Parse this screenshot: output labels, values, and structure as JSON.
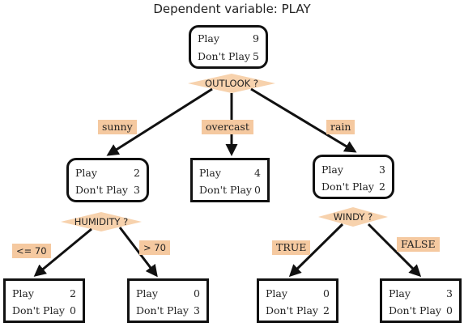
{
  "title": "Dependent variable: PLAY",
  "nodes": {
    "root": {
      "play_label": "Play",
      "play_count": "9",
      "dont_label": "Don't Play",
      "dont_count": "5"
    },
    "sunny": {
      "play_label": "Play",
      "play_count": "2",
      "dont_label": "Don't Play",
      "dont_count": "3"
    },
    "overcast": {
      "play_label": "Play",
      "play_count": "4",
      "dont_label": "Don't Play",
      "dont_count": "0"
    },
    "rain": {
      "play_label": "Play",
      "play_count": "3",
      "dont_label": "Don't Play",
      "dont_count": "2"
    },
    "hum_le70": {
      "play_label": "Play",
      "play_count": "2",
      "dont_label": "Don't Play",
      "dont_count": "0"
    },
    "hum_gt70": {
      "play_label": "Play",
      "play_count": "0",
      "dont_label": "Don't Play",
      "dont_count": "3"
    },
    "windy_true": {
      "play_label": "Play",
      "play_count": "0",
      "dont_label": "Don't Play",
      "dont_count": "2"
    },
    "windy_false": {
      "play_label": "Play",
      "play_count": "3",
      "dont_label": "Don't Play",
      "dont_count": "0"
    }
  },
  "splits": {
    "outlook": "OUTLOOK ?",
    "humidity": "HUMIDITY ?",
    "windy": "WINDY ?"
  },
  "edges": {
    "sunny": "sunny",
    "overcast": "overcast",
    "rain": "rain",
    "le70": "<= 70",
    "gt70": "> 70",
    "true": "TRUE",
    "false": "FALSE"
  },
  "colors": {
    "label_fill": "#f5c9a0",
    "split_fill": "#f7d2ad",
    "border": "#111111"
  }
}
